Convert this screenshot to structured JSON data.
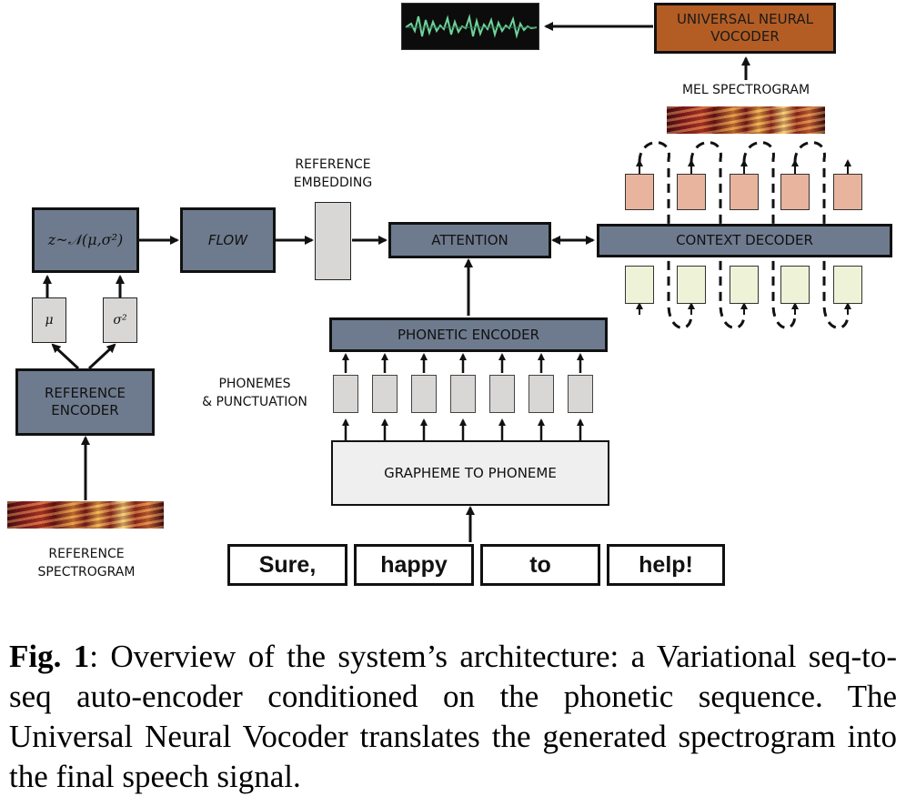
{
  "diagram": {
    "gaussian_box": "z~𝒩(μ,σ²)",
    "flow": "FLOW",
    "reference_embedding": "REFERENCE\nEMBEDDING",
    "attention": "ATTENTION",
    "context_decoder": "CONTEXT DECODER",
    "universal_vocoder": "UNIVERSAL NEURAL\nVOCODER",
    "mel_spectrogram": "MEL SPECTROGRAM",
    "mu": "μ",
    "sigma2": "σ²",
    "reference_encoder": "REFERENCE\nENCODER",
    "reference_spectrogram": "REFERENCE\nSPECTROGRAM",
    "phonetic_encoder": "PHONETIC ENCODER",
    "phonemes": "PHONEMES\n& PUNCTUATION",
    "g2p": "GRAPHEME TO PHONEME",
    "words": [
      "Sure,",
      "happy",
      "to",
      "help!"
    ]
  },
  "caption": {
    "fig_label": "Fig. 1",
    "text": ":  Overview of the system’s architecture:  a Variational seq-to-seq auto-encoder conditioned on the phonetic sequence. The Universal Neural Vocoder translates the generated spectrogram into the final speech signal."
  },
  "colors": {
    "block": "#6e7b8e",
    "vocoder": "#b35d24",
    "decoder_output": "#e9b49e",
    "decoder_input": "#eef3d7"
  }
}
